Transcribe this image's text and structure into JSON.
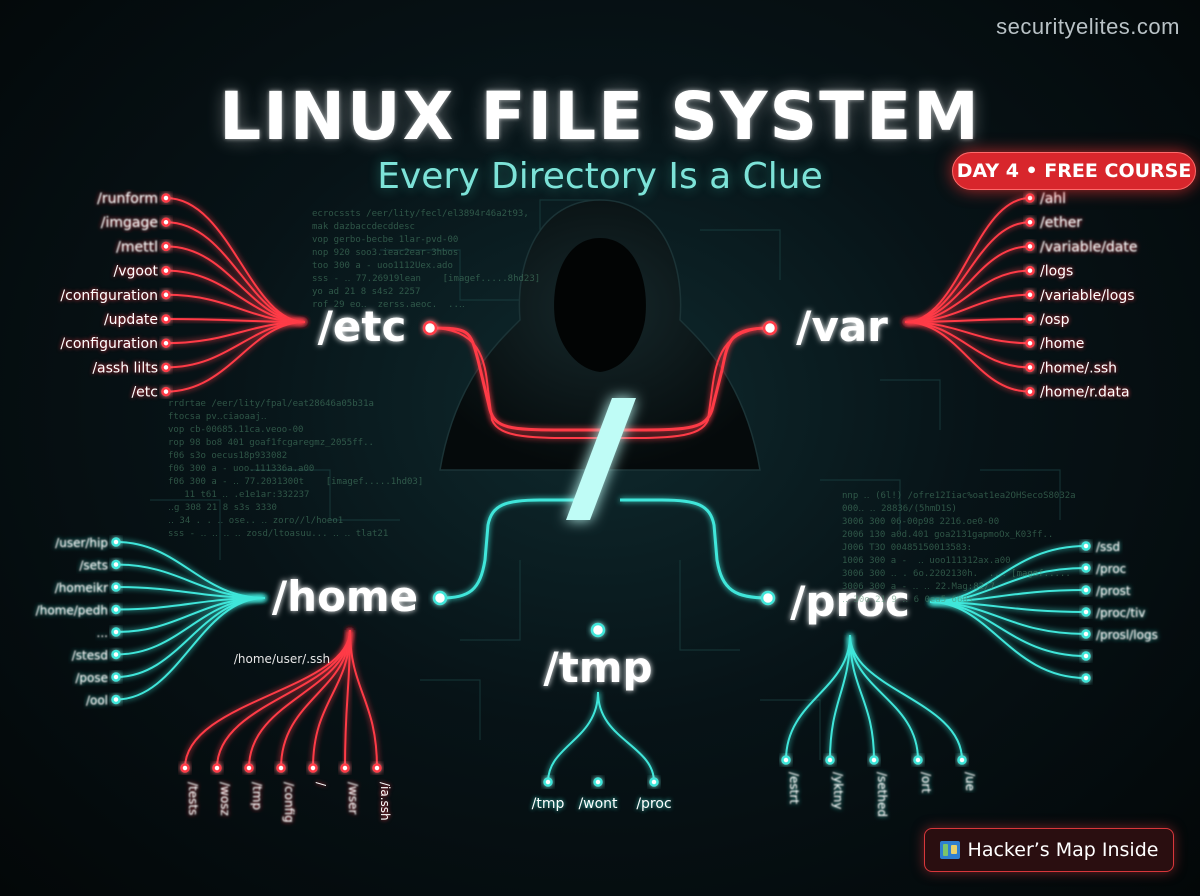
{
  "watermark": "securityelites.com",
  "title": "LINUX FILE SYSTEM",
  "subtitle": "Every Directory Is a Clue",
  "badge": "DAY 4 • FREE COURSE",
  "cta": {
    "icon": "map-icon",
    "label": "Hacker’s Map Inside"
  },
  "colors": {
    "red": "#ff3b46",
    "cyan": "#3fe6da",
    "badge": "#d8262c"
  },
  "root": {
    "label": "/"
  },
  "etc": {
    "label": "/etc",
    "branches": [
      "/runform",
      "/imgage",
      "/mettl",
      "/vgoot",
      "/configuration",
      "/update",
      "/configuration",
      "/assh lilts",
      "/etc"
    ]
  },
  "var": {
    "label": "/var",
    "branches": [
      "/ahl",
      "/ether",
      "/variable/date",
      "/logs",
      "/variable/logs",
      "/osp",
      "/home",
      "/home/.ssh",
      "/home/r.data"
    ]
  },
  "home": {
    "label": "/home",
    "sub_label": "/home/user/.ssh",
    "left_branches": [
      "/user/hip",
      "/sets",
      "/homeikr",
      "/home/pedh",
      "...",
      "/stesd",
      "/pose",
      "/ool"
    ],
    "down_branches": [
      "/tests",
      "/wosz",
      "/tmp",
      "/config",
      "/",
      "/wser",
      "/ia.ssh"
    ]
  },
  "tmp": {
    "label": "/tmp",
    "branches": [
      "/tmp",
      "/wont",
      "/proc"
    ]
  },
  "proc": {
    "label": "/proc",
    "right_branches": [
      "/ssd",
      "/proc",
      "/prost",
      "/proc/tiv",
      "/prosl/logs",
      "",
      ""
    ],
    "down_branches": [
      "/estrt",
      "/yktny",
      "/sethed",
      "/ort",
      "/ue"
    ]
  },
  "code_left": "ecrocssts /eer/lity/fecl/el3894r46a2t93,\nmak dazbaccdecddesc\nvop gerbo-becbe 1lar-pvd-00\nnop 920 soo3.ieac2ear-3hbos\ntoo 300 a - uoo1112Uex.ado\nsss - ‥ 77.26919lean    [imagef.....8hd23]\nyo ad 21 8 s4s2 2257\nrof 29 eo‥  zerss.aeoc.  ..‥",
  "code_left2": "rrdrtae /eer/lity/fpal/eat28646a05b31a\nftocsa pv‥ciaoaaj‥\nvop cb-00685.11ca.veoo-00\nrop 98 bo8 401 goaf1fcgaregmz_2055ff..\nf06 s3o oecus18p933082\nf06 300 a - uoo.111336a.a00\nf06 300 a - ‥ 77.2031300t    [imagef.....1hd03]\n   11 t61 ‥ .e1e1ar:332237\n‥g 308 21 8 s3s 3330\n‥ 34 . . ‥ ose.. ‥ zoro//l/hoeo1\nsss - ‥ ‥ ‥ ‥ zosd/ltoasuu... ‥ ‥ tlat21",
  "code_right": "nnp ‥ (6l!) /ofre12Iiac%oat1ea2OHSecoS8032a\n000‥ ‥ 28836/(5hmD1S)\n3006 300 06-00p98 2216.oe0-00\n2006 130 a0d.401 goa2131gapmoOx_K03ff..\nJ006 T3O 00485150013583:\n1006 300 a -  ‥ uoo111312ax.a00\n3006 300 ‥ . 6o.2202130h.  ..‥ [magef.....\n3006 300 a - ‥ ‥ 22.Mag:82/7\n‥ 30o 21 9 ‥ 6 0ea5 660s"
}
